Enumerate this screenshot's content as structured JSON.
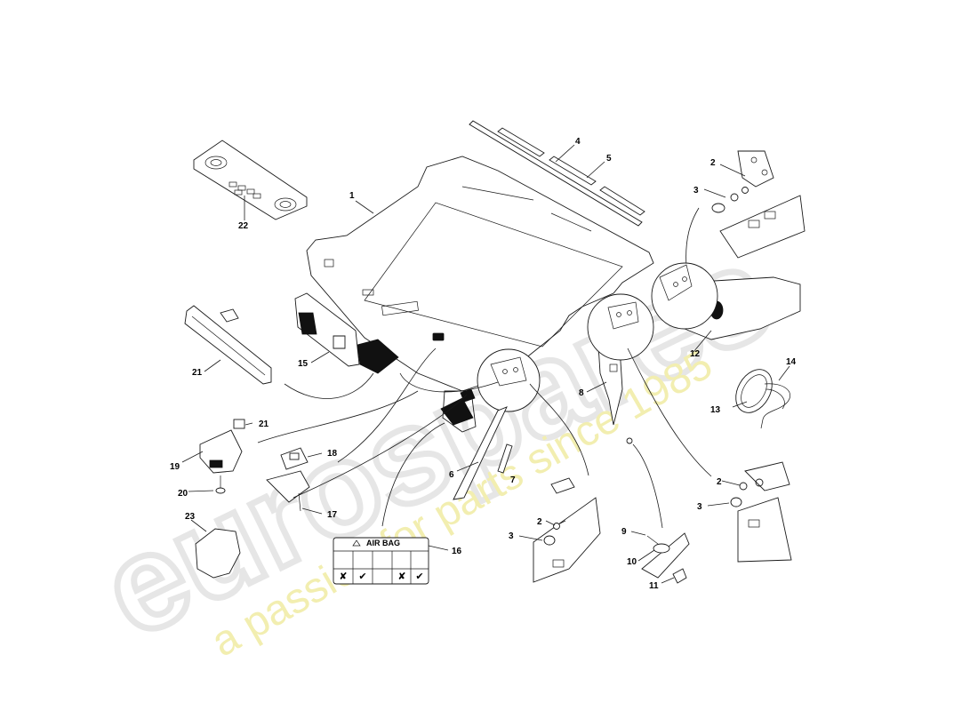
{
  "watermark": {
    "brand": "eurospares",
    "slogan": "a passion for parts since 1985"
  },
  "airbag_label": {
    "title": "AIR BAG"
  },
  "callouts": [
    {
      "id": "c1",
      "text": "1"
    },
    {
      "id": "c2a",
      "text": "2"
    },
    {
      "id": "c2b",
      "text": "2"
    },
    {
      "id": "c2c",
      "text": "2"
    },
    {
      "id": "c3a",
      "text": "3"
    },
    {
      "id": "c3b",
      "text": "3"
    },
    {
      "id": "c3c",
      "text": "3"
    },
    {
      "id": "c4",
      "text": "4"
    },
    {
      "id": "c5",
      "text": "5"
    },
    {
      "id": "c6",
      "text": "6"
    },
    {
      "id": "c7",
      "text": "7"
    },
    {
      "id": "c8",
      "text": "8"
    },
    {
      "id": "c9",
      "text": "9"
    },
    {
      "id": "c10",
      "text": "10"
    },
    {
      "id": "c11",
      "text": "11"
    },
    {
      "id": "c12",
      "text": "12"
    },
    {
      "id": "c13",
      "text": "13"
    },
    {
      "id": "c14",
      "text": "14"
    },
    {
      "id": "c15",
      "text": "15"
    },
    {
      "id": "c16",
      "text": "16"
    },
    {
      "id": "c17",
      "text": "17"
    },
    {
      "id": "c18",
      "text": "18"
    },
    {
      "id": "c19",
      "text": "19"
    },
    {
      "id": "c20",
      "text": "20"
    },
    {
      "id": "c21a",
      "text": "21"
    },
    {
      "id": "c21b",
      "text": "21"
    },
    {
      "id": "c22",
      "text": "22"
    },
    {
      "id": "c23",
      "text": "23"
    }
  ]
}
